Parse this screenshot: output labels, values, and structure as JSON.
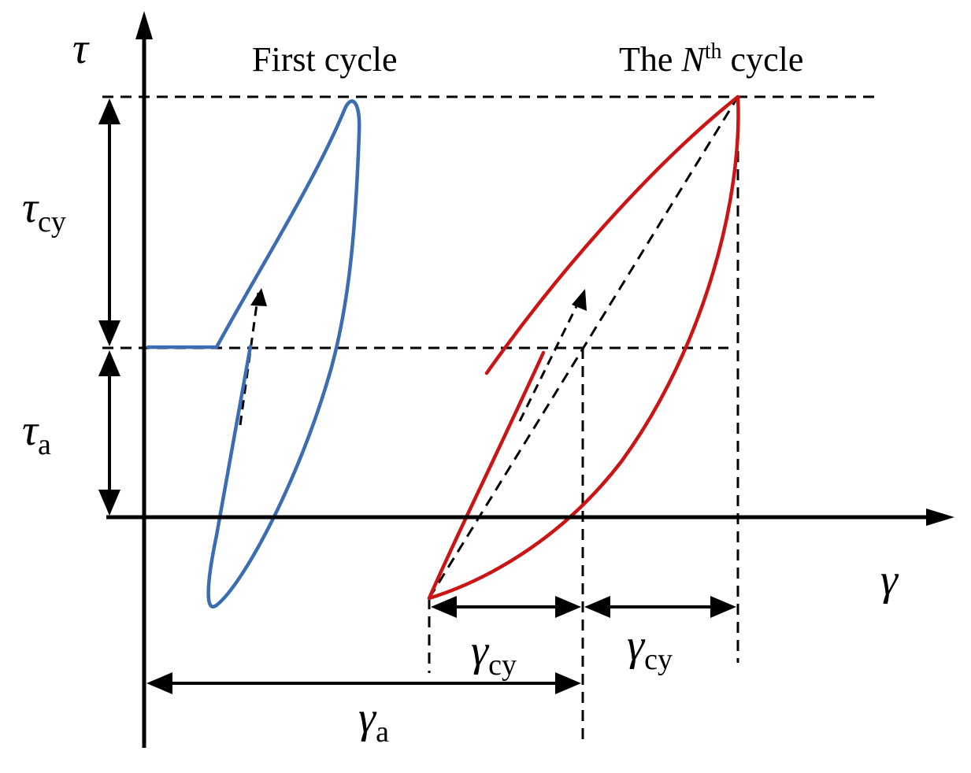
{
  "labels": {
    "tau_axis": "τ",
    "gamma_axis": "γ",
    "first_cycle": "First cycle",
    "nth_prefix": "The ",
    "nth_N": "N",
    "nth_sup": "th",
    "nth_suffix": " cycle",
    "tau_cy_main": "τ",
    "tau_cy_sub": "cy",
    "tau_a_main": "τ",
    "tau_a_sub": "a",
    "gamma_cy_main": "γ",
    "gamma_cy_sub": "cy",
    "gamma_a_main": "γ",
    "gamma_a_sub": "a"
  },
  "colors": {
    "first_cycle_loop": "#3b6db3",
    "nth_cycle_loop": "#cc1414",
    "axes": "#000000"
  }
}
